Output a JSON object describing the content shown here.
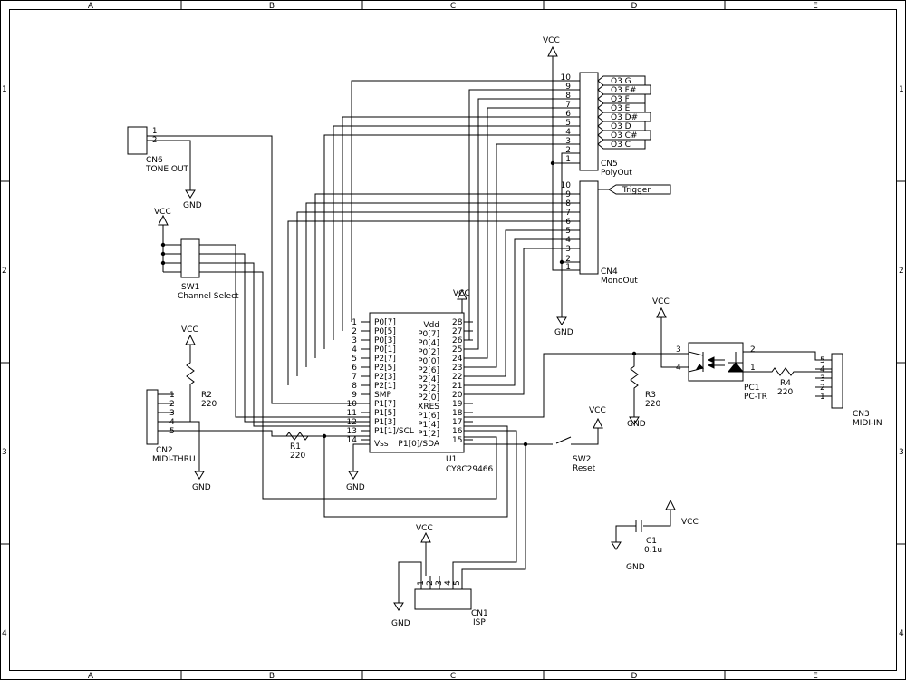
{
  "frame": {
    "col_markers": [
      "A",
      "B",
      "C",
      "D",
      "E"
    ],
    "row_markers": [
      "1",
      "2",
      "3",
      "4"
    ]
  },
  "power": {
    "vcc": "VCC",
    "gnd": "GND"
  },
  "u1": {
    "ref": "U1",
    "value": "CY8C29466",
    "left_pins": [
      {
        "num": "1",
        "name": "P0[7]"
      },
      {
        "num": "2",
        "name": "P0[5]"
      },
      {
        "num": "3",
        "name": "P0[3]"
      },
      {
        "num": "4",
        "name": "P0[1]"
      },
      {
        "num": "5",
        "name": "P2[7]"
      },
      {
        "num": "6",
        "name": "P2[5]"
      },
      {
        "num": "7",
        "name": "P2[3]"
      },
      {
        "num": "8",
        "name": "P2[1]"
      },
      {
        "num": "9",
        "name": "SMP"
      },
      {
        "num": "10",
        "name": "P1[7]"
      },
      {
        "num": "11",
        "name": "P1[5]"
      },
      {
        "num": "12",
        "name": "P1[3]"
      },
      {
        "num": "13",
        "name": "P1[1]/SCL"
      },
      {
        "num": "14",
        "name": "Vss"
      }
    ],
    "right_pins": [
      {
        "num": "28",
        "name": "Vdd"
      },
      {
        "num": "27",
        "name": "P0[7]"
      },
      {
        "num": "26",
        "name": "P0[4]"
      },
      {
        "num": "25",
        "name": "P0[2]"
      },
      {
        "num": "24",
        "name": "P0[0]"
      },
      {
        "num": "23",
        "name": "P2[6]"
      },
      {
        "num": "22",
        "name": "P2[4]"
      },
      {
        "num": "21",
        "name": "P2[2]"
      },
      {
        "num": "20",
        "name": "P2[0]"
      },
      {
        "num": "19",
        "name": "XRES"
      },
      {
        "num": "18",
        "name": "P1[6]"
      },
      {
        "num": "17",
        "name": "P1[4]"
      },
      {
        "num": "16",
        "name": "P1[2]"
      },
      {
        "num": "15",
        "name": "P1[0]/SDA"
      }
    ]
  },
  "cn5": {
    "ref": "CN5",
    "value": "PolyOut",
    "pin_numbers": [
      "10",
      "9",
      "8",
      "7",
      "6",
      "5",
      "4",
      "3",
      "2",
      "1"
    ],
    "labels": [
      "O3 G",
      "O3 F#",
      "O3 F",
      "O3 E",
      "O3 D#",
      "O3 D",
      "O3 C#",
      "O3 C"
    ]
  },
  "cn4": {
    "ref": "CN4",
    "value": "MonoOut",
    "pin_numbers": [
      "10",
      "9",
      "8",
      "7",
      "6",
      "5",
      "4",
      "3",
      "2",
      "1"
    ],
    "trigger_label": "Trigger"
  },
  "cn6": {
    "ref": "CN6",
    "value": "TONE OUT",
    "pin_numbers": [
      "1",
      "2"
    ]
  },
  "sw1": {
    "ref": "SW1",
    "value": "Channel Select"
  },
  "cn2": {
    "ref": "CN2",
    "value": "MIDI-THRU",
    "pin_numbers": [
      "1",
      "2",
      "3",
      "4",
      "5"
    ]
  },
  "cn3": {
    "ref": "CN3",
    "value": "MIDI-IN",
    "pin_numbers": [
      "5",
      "4",
      "3",
      "2",
      "1"
    ]
  },
  "cn1": {
    "ref": "CN1",
    "value": "ISP",
    "pin_numbers": [
      "1",
      "2",
      "3",
      "4",
      "5"
    ]
  },
  "r1": {
    "ref": "R1",
    "value": "220"
  },
  "r2": {
    "ref": "R2",
    "value": "220"
  },
  "r3": {
    "ref": "R3",
    "value": "220"
  },
  "r4": {
    "ref": "R4",
    "value": "220"
  },
  "pc1": {
    "ref": "PC1",
    "value": "PC-TR",
    "pin_numbers": [
      "3",
      "4",
      "2",
      "1"
    ]
  },
  "sw2": {
    "ref": "SW2",
    "value": "Reset"
  },
  "c1": {
    "ref": "C1",
    "value": "0.1u"
  }
}
